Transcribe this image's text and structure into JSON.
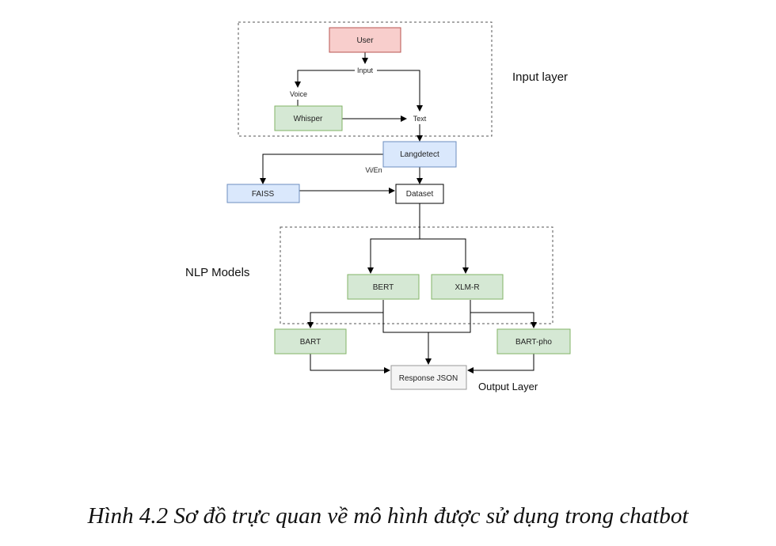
{
  "nodes": {
    "user": "User",
    "input": "Input",
    "voice": "Voice",
    "whisper": "Whisper",
    "text": "Text",
    "langdetect": "Langdetect",
    "vi_en": "Vi/En",
    "faiss": "FAISS",
    "dataset": "Dataset",
    "bert": "BERT",
    "xlmr": "XLM-R",
    "bart": "BART",
    "bart_pho": "BART-pho",
    "response_json": "Response JSON"
  },
  "groups": {
    "input_layer": "Input layer",
    "nlp_models": "NLP Models",
    "output_layer": "Output Layer"
  },
  "caption": "Hình 4.2  Sơ đồ trực quan về mô hình được sử dụng trong chatbot",
  "colors": {
    "red_fill": "#f8cecc",
    "red_stroke": "#b85450",
    "green_fill": "#d5e8d4",
    "green_stroke": "#82b366",
    "blue_fill": "#dae8fc",
    "blue_stroke": "#6c8ebf",
    "gray_fill": "#f5f5f5",
    "gray_stroke": "#999999",
    "white_fill": "#ffffff",
    "black_stroke": "#000000"
  }
}
